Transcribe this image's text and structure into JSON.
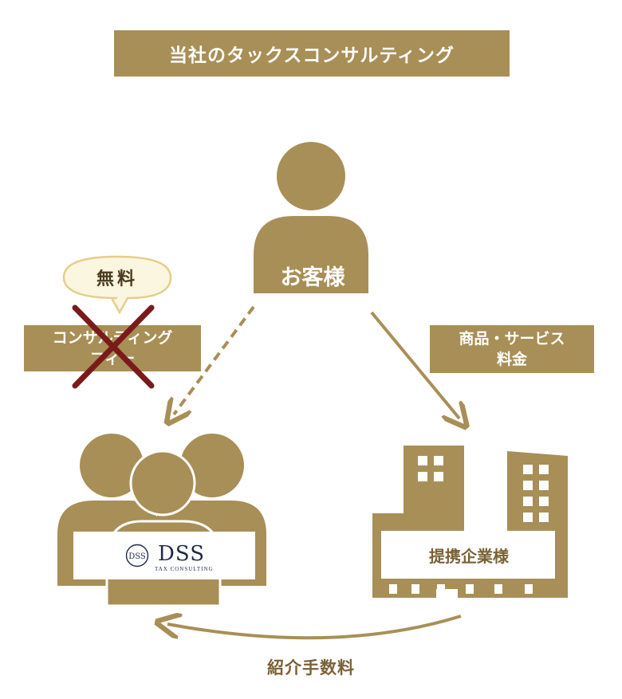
{
  "title": "当社のタックスコンサルティング",
  "customer": {
    "label": "お客様"
  },
  "consulting_fee": {
    "line1": "コンサルティング",
    "line2": "フィー"
  },
  "bubble": {
    "label": "無料"
  },
  "goods_fee": {
    "line1": "商品・サービス",
    "line2": "料金"
  },
  "dss": {
    "name": "DSS",
    "subtitle": "TAX CONSULTING",
    "monogram": "DSS"
  },
  "partner": {
    "label": "提携企業様"
  },
  "referral_fee": {
    "label": "紹介手数料"
  },
  "colors": {
    "gold": "#a88f57",
    "cross": "#7a1b1b",
    "bubble_fill": "#fbf6df",
    "bubble_stroke": "#e4cf8a"
  }
}
